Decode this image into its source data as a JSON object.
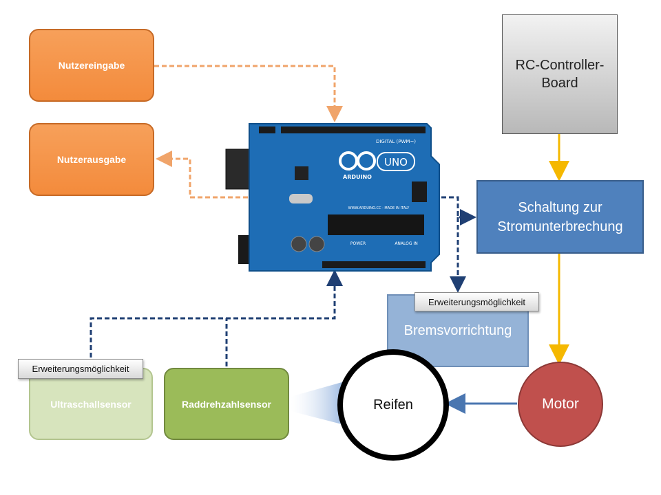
{
  "nodes": {
    "nutzereingabe": "Nutzereingabe",
    "nutzerausgabe": "Nutzerausgabe",
    "rc_line1": "RC-Controller-",
    "rc_line2": "Board",
    "schaltung_line1": "Schaltung zur",
    "schaltung_line2": "Stromunterbrechung",
    "bremsvorrichtung": "Bremsvorrichtung",
    "ultraschallsensor": "Ultraschallsensor",
    "raddrehzahlsensor": "Raddrehzahlsensor",
    "reifen": "Reifen",
    "motor": "Motor"
  },
  "tags": {
    "bremse_tag": "Erweiterungsmöglichkeit",
    "ultraschall_tag": "Erweiterungsmöglichkeit"
  },
  "board": {
    "brand": "ARDUINO",
    "model": "UNO",
    "digital_label": "DIGITAL (PWM~)",
    "power_label": "POWER",
    "analog_label": "ANALOG IN",
    "url": "WWW.ARDUINO.CC - MADE IN ITALY"
  },
  "colors": {
    "orange": "#f38b3c",
    "blue": "#4f81bd",
    "light_blue": "#95b3d7",
    "green": "#9bbb59",
    "light_green": "#d7e4bd",
    "red": "#c0504d",
    "yellow_arrow": "#f5b800",
    "dark_blue_dash": "#1f3f73",
    "board_blue": "#1e6db5"
  }
}
